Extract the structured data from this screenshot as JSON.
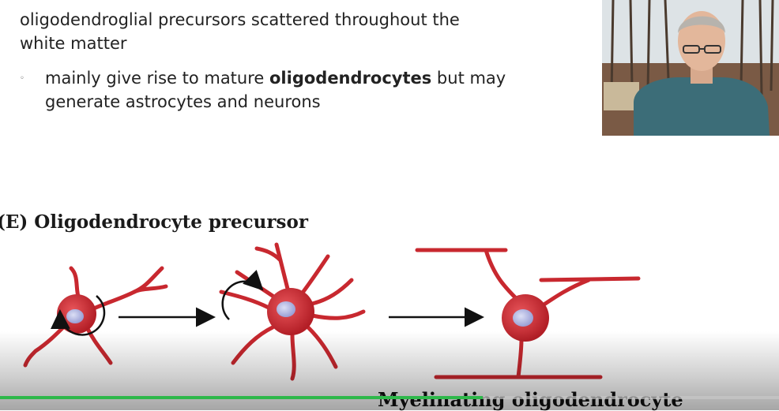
{
  "slide": {
    "bullet_main": "oligodendroglial precursors scattered throughout the white matter",
    "bullet_sub_pre": "mainly give rise to mature ",
    "bullet_sub_bold": "oligodendrocytes",
    "bullet_sub_post": " but may generate astrocytes and neurons",
    "sub_marker": "◦"
  },
  "figure": {
    "title": "(E)  Oligodendrocyte precursor",
    "caption": "Myelinating oligodendrocyte",
    "cell_color": "#c8282f",
    "nucleus_color": "#b9bde6"
  },
  "webcam": {
    "icon": "presenter-webcam"
  },
  "player": {
    "progress_fraction": 0.62,
    "progress_color": "#2eb84a"
  }
}
